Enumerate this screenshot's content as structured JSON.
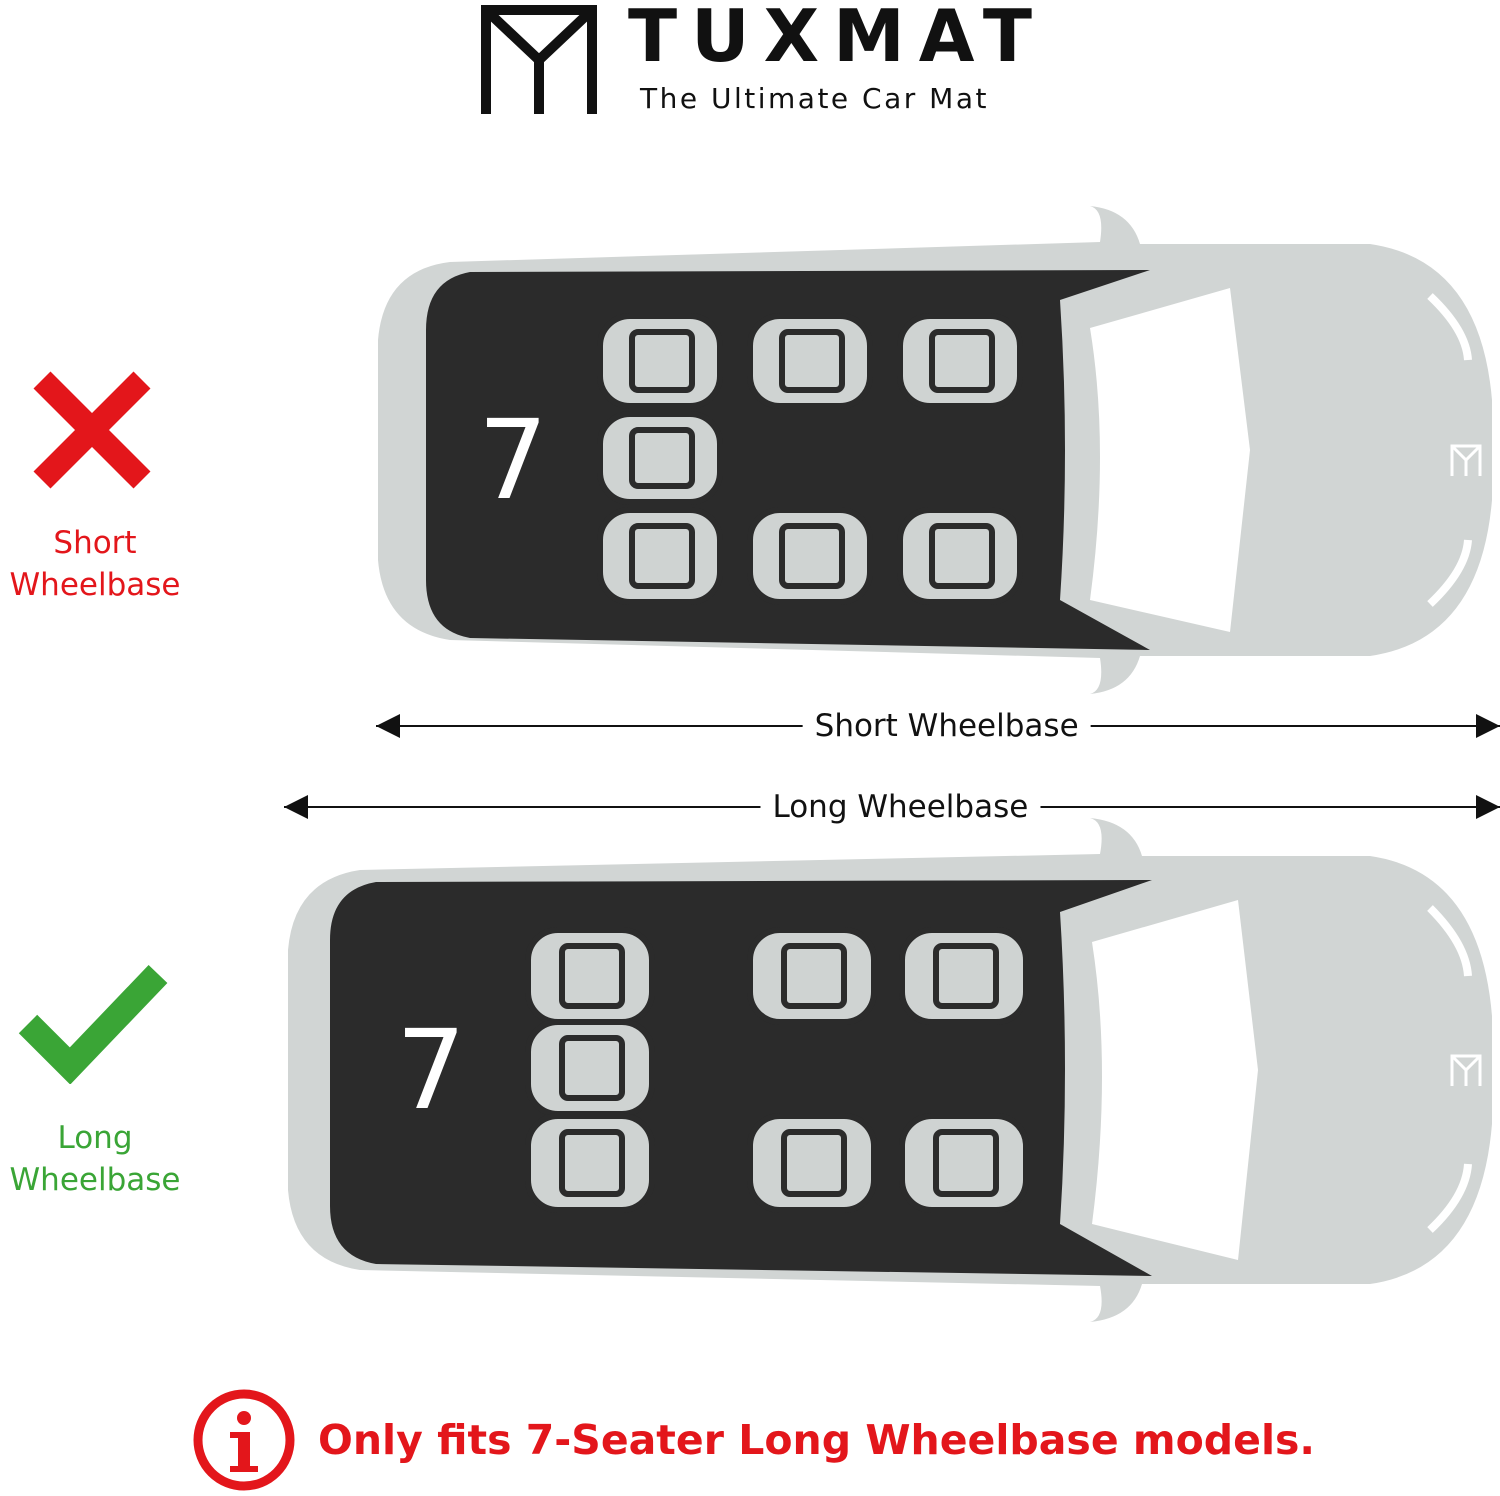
{
  "brand": {
    "name": "TUXMAT",
    "tagline": "The Ultimate Car Mat"
  },
  "status": {
    "short": {
      "line1": "Short",
      "line2": "Wheelbase",
      "icon": "cross-icon",
      "color": "#e3161b"
    },
    "long": {
      "line1": "Long",
      "line2": "Wheelbase",
      "icon": "check-icon",
      "color": "#3aa536"
    }
  },
  "vans": {
    "short": {
      "seat_count": "7"
    },
    "long": {
      "seat_count": "7"
    }
  },
  "dimensions": {
    "short_label": "Short Wheelbase",
    "long_label": "Long Wheelbase"
  },
  "notice": {
    "text": "Only fits 7-Seater Long Wheelbase models.",
    "icon": "info-icon",
    "color": "#e3161b"
  },
  "colors": {
    "van_body": "#d1d5d4",
    "mat": "#2b2b2b",
    "seat": "#cfd3d2"
  }
}
